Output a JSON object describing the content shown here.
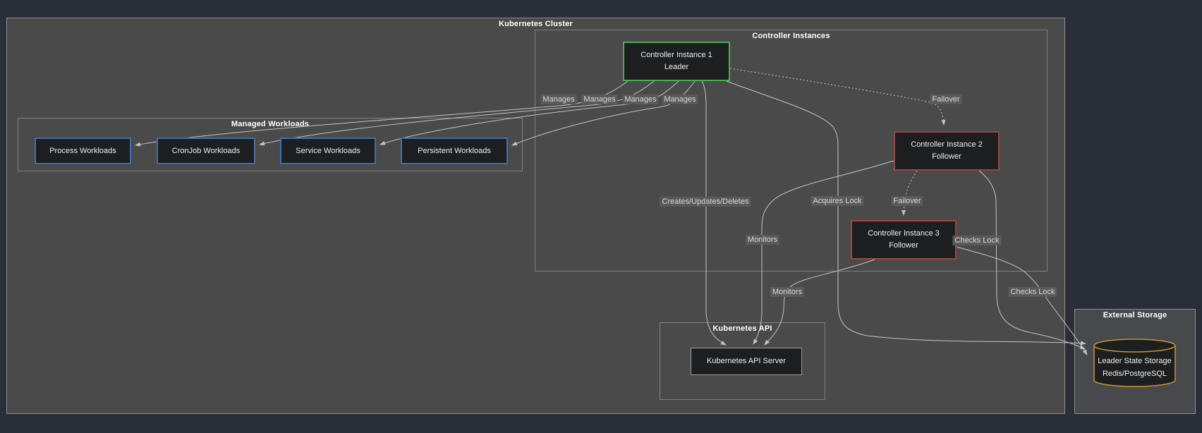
{
  "colors": {
    "background": "#2a2e39",
    "cluster_fill": "#4a4a4a",
    "cluster_border": "#8c8c8c",
    "node_fill": "#1d1e20",
    "node_text": "#efefef",
    "cluster_label_text": "#ffffff",
    "leader_border": "#4caf50",
    "follower_border": "#a04343",
    "workload_border": "#3f6fae",
    "api_border": "#9a9ea6",
    "storage_border": "#c8962e",
    "edge": "#c4c4c4",
    "edge_label_bg": "#5a5a5a",
    "edge_label_text": "#d9d9d9"
  },
  "clusters": {
    "kubernetes_cluster": {
      "label": "Kubernetes Cluster"
    },
    "controller_instances": {
      "label": "Controller Instances"
    },
    "managed_workloads": {
      "label": "Managed Workloads"
    },
    "kubernetes_api": {
      "label": "Kubernetes API"
    },
    "external_storage": {
      "label": "External Storage"
    }
  },
  "nodes": {
    "controller_1": {
      "title": "Controller Instance 1",
      "subtitle": "Leader"
    },
    "controller_2": {
      "title": "Controller Instance 2",
      "subtitle": "Follower"
    },
    "controller_3": {
      "title": "Controller Instance 3",
      "subtitle": "Follower"
    },
    "process_workloads": {
      "title": "Process Workloads"
    },
    "cronjob_workloads": {
      "title": "CronJob Workloads"
    },
    "service_workloads": {
      "title": "Service Workloads"
    },
    "persistent_workloads": {
      "title": "Persistent Workloads"
    },
    "api_server": {
      "title": "Kubernetes API Server"
    },
    "leader_state_storage": {
      "title": "Leader State Storage",
      "subtitle": "Redis/PostgreSQL"
    }
  },
  "edge_labels": {
    "manages_1": "Manages",
    "manages_2": "Manages",
    "manages_3": "Manages",
    "manages_4": "Manages",
    "failover_1": "Failover",
    "failover_2": "Failover",
    "creates_updates_deletes": "Creates/Updates/Deletes",
    "acquires_lock": "Acquires Lock",
    "monitors_1": "Monitors",
    "monitors_2": "Monitors",
    "checks_lock_1": "Checks Lock",
    "checks_lock_2": "Checks Lock"
  }
}
